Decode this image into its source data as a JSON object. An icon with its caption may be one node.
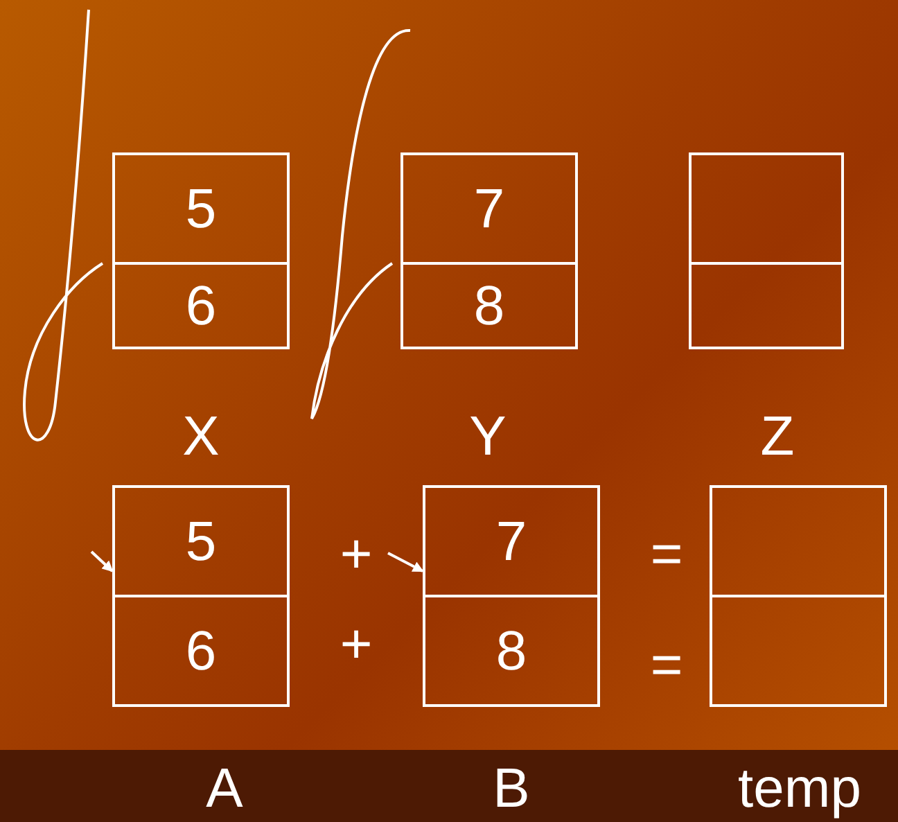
{
  "diagram": {
    "nodes": [
      {
        "text": [
          "5"
        ]
      },
      {
        "text": [
          "6"
        ]
      },
      {
        "text": [
          "7"
        ]
      },
      {
        "text": [
          "8"
        ]
      },
      {
        "text": [],
        "shape": "box"
      },
      {
        "text": [],
        "shape": "box"
      },
      {
        "text": [
          "5"
        ]
      },
      {
        "text": [
          "6"
        ]
      },
      {
        "text": [
          "7"
        ]
      },
      {
        "text": [
          "8"
        ]
      },
      {
        "text": [],
        "shape": "box"
      },
      {
        "text": [],
        "shape": "box"
      }
    ],
    "edges": [
      {
        "from": null,
        "to": 6,
        "arrow": "to"
      },
      {
        "from": null,
        "to": 8,
        "arrow": "to"
      }
    ],
    "labels": [
      "X",
      "Y",
      "Z",
      "+",
      "+",
      "=",
      "=",
      "A",
      "B",
      "temp"
    ]
  }
}
